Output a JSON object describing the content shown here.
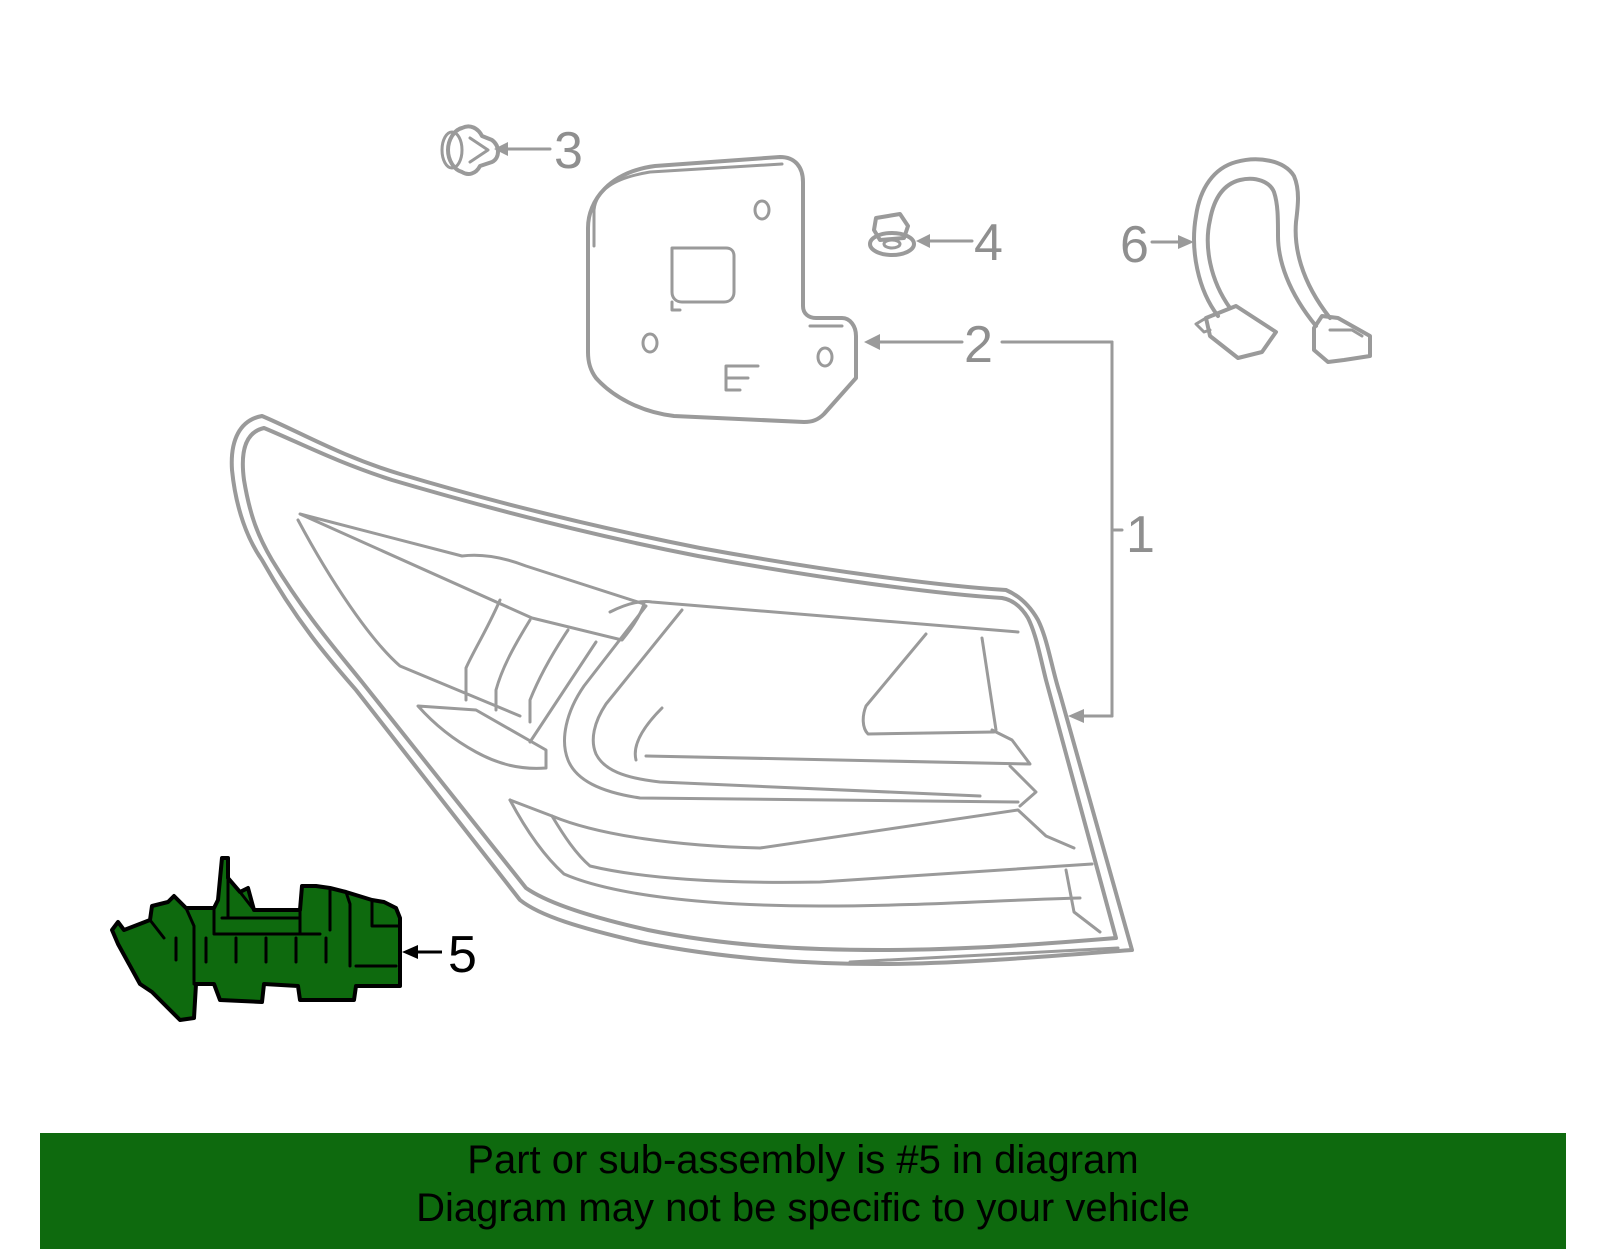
{
  "callouts": {
    "c1": "1",
    "c2": "2",
    "c3": "3",
    "c4": "4",
    "c5": "5",
    "c6": "6"
  },
  "highlight": {
    "part_number": "5",
    "fill_color": "#0e6a0e",
    "outline_color": "#000000"
  },
  "colors": {
    "line_art": "#9a9a9a",
    "banner_background": "#0e6a0e",
    "banner_text": "#000000"
  },
  "banner": {
    "line1": "Part or sub-assembly is #5 in diagram",
    "line2": "Diagram may not be specific to your vehicle"
  }
}
